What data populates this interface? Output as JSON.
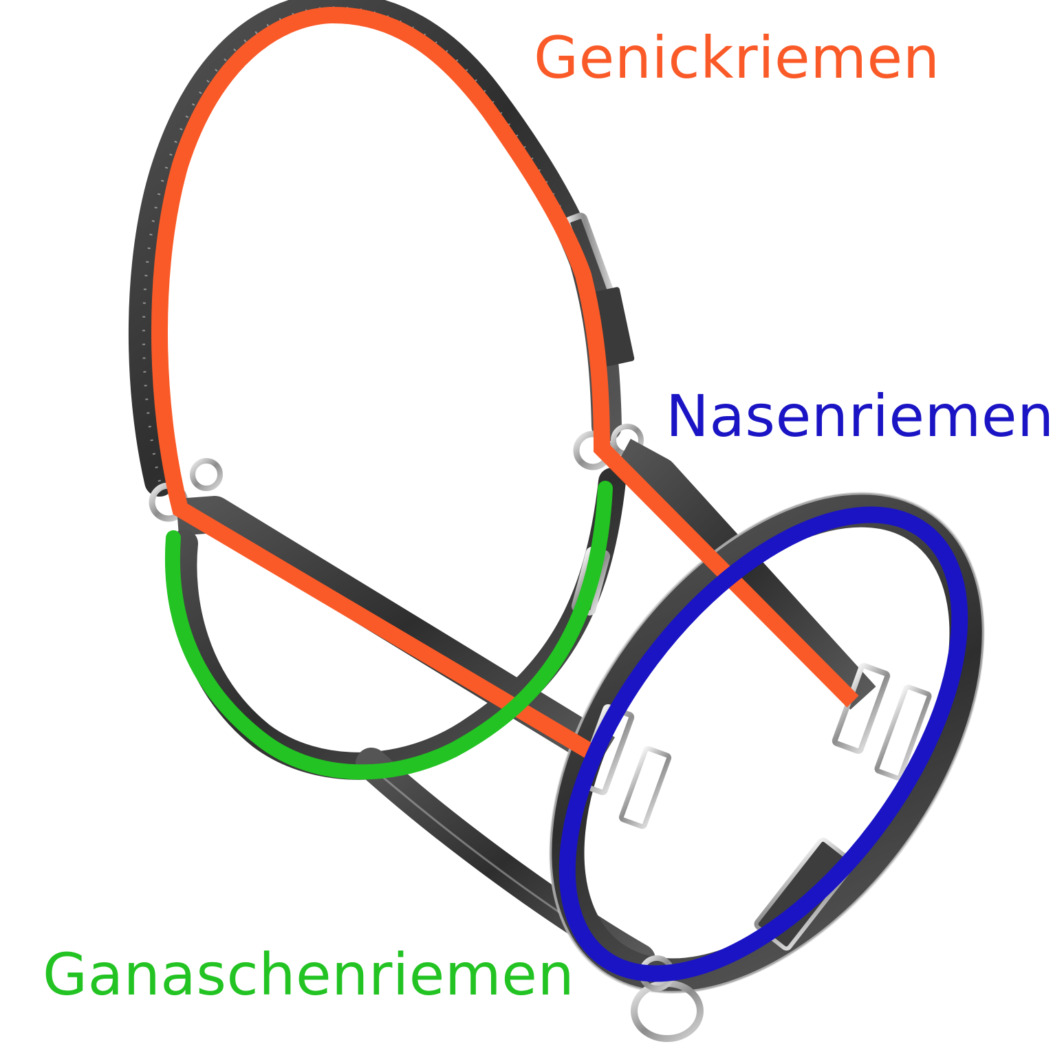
{
  "labels": {
    "genickriemen": "Genickriemen",
    "nasenriemen": "Nasenriemen",
    "ganaschenriemen": "Ganaschenriemen"
  },
  "colors": {
    "genickriemen": "#fa5a28",
    "nasenriemen": "#1a14c4",
    "ganaschenriemen": "#22c322",
    "leather_dark": "#3d3d3d",
    "leather_mid": "#6b6b6b",
    "leather_light": "#d6d6d6",
    "metal": "#9a9a9a",
    "metal_light": "#e6e6e6"
  },
  "icons": {
    "halter": "halter-illustration",
    "ring": "ring-icon",
    "buckle": "buckle-icon"
  }
}
